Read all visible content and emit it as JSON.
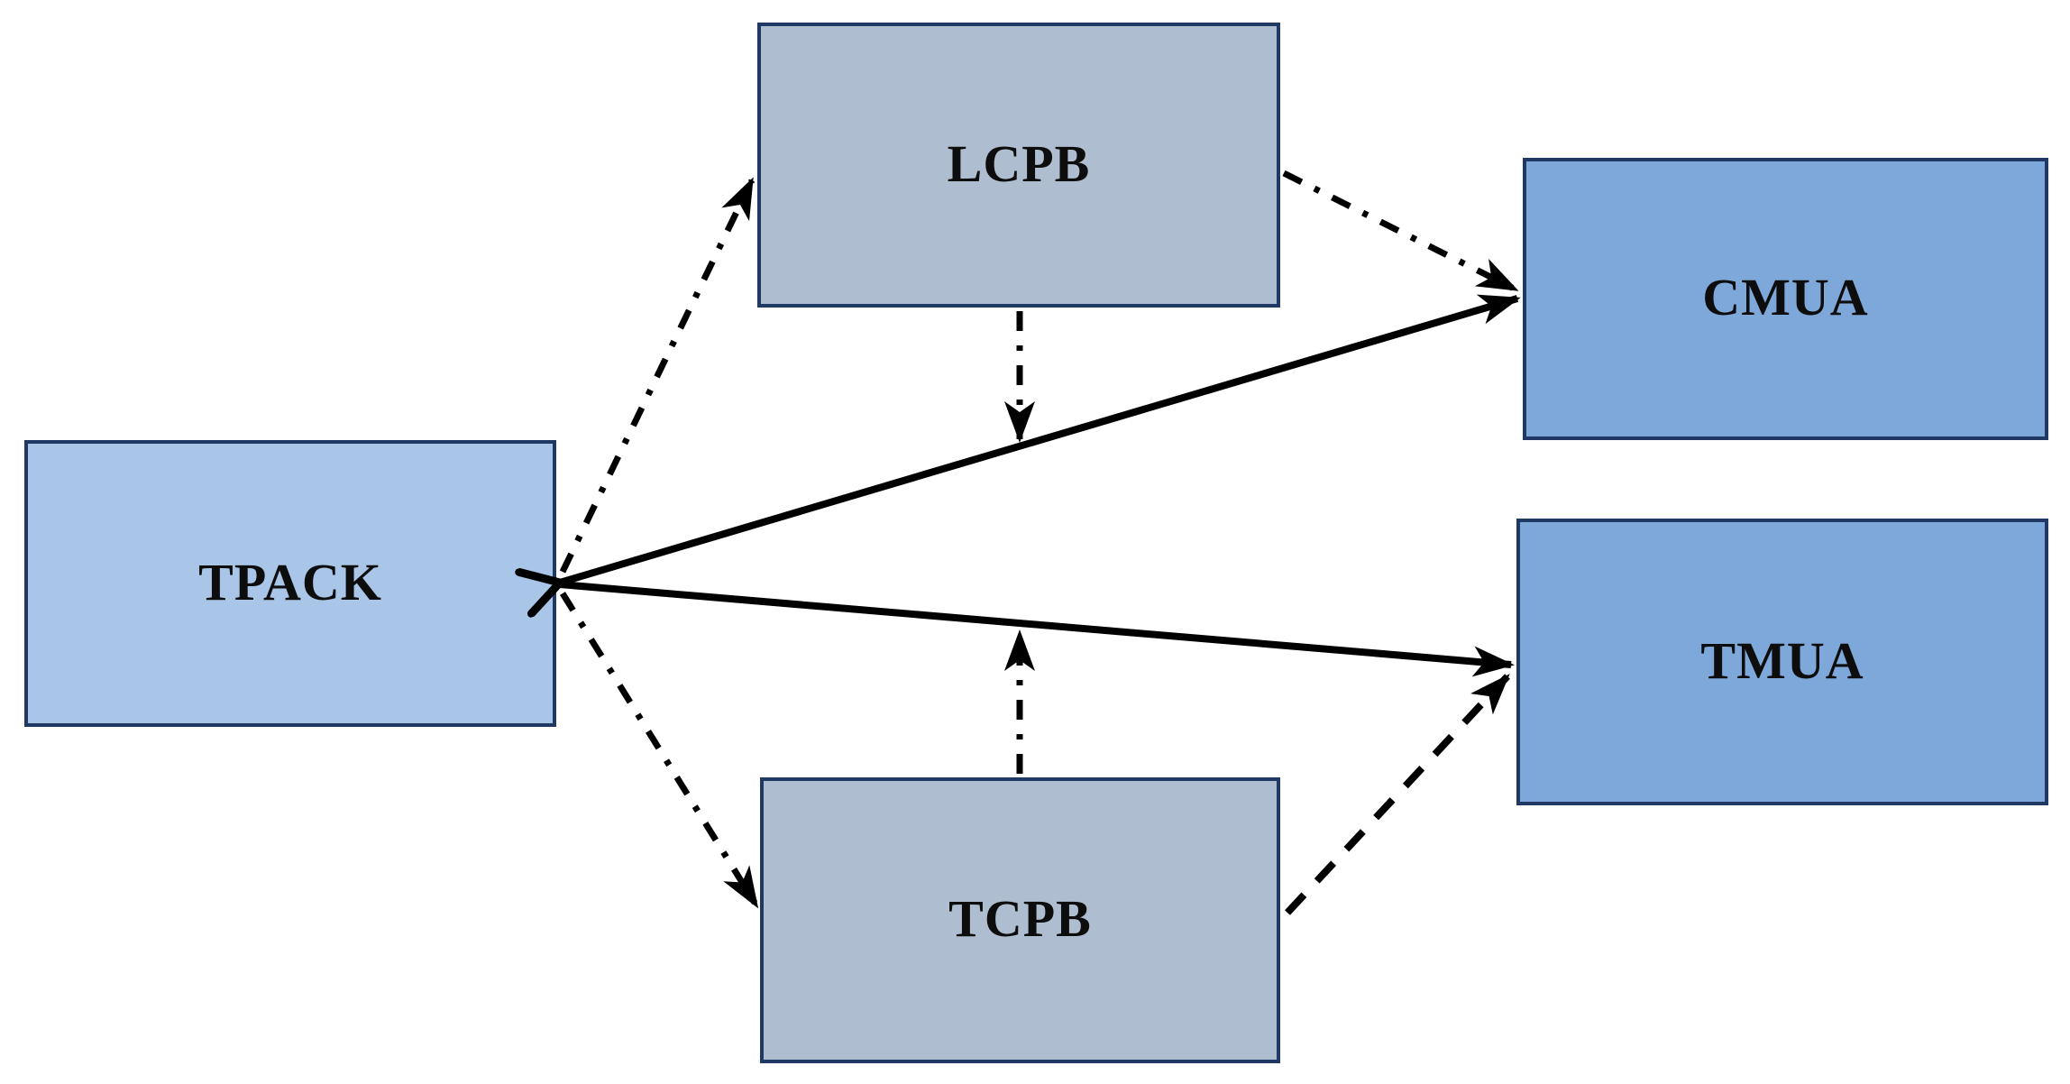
{
  "diagram": {
    "type": "path-model",
    "background": "#ffffff",
    "nodes": [
      {
        "id": "tpack",
        "label": "TPACK",
        "role": "predictor",
        "fill": "#a9c5e8",
        "border": "#1f3864"
      },
      {
        "id": "lcpb",
        "label": "LCPB",
        "role": "moderator",
        "fill": "#aebdd0",
        "border": "#1f3864"
      },
      {
        "id": "tcpb",
        "label": "TCPB",
        "role": "moderator",
        "fill": "#aebdd0",
        "border": "#1f3864"
      },
      {
        "id": "cmua",
        "label": "CMUA",
        "role": "outcome",
        "fill": "#7fa8da",
        "border": "#1f3864"
      },
      {
        "id": "tmua",
        "label": "TMUA",
        "role": "outcome",
        "fill": "#7fa8da",
        "border": "#1f3864"
      }
    ],
    "edges": [
      {
        "from": "TPACK",
        "to": "LCPB",
        "style": "dash-dot",
        "arrowheads": "to"
      },
      {
        "from": "TPACK",
        "to": "TCPB",
        "style": "dash-dot",
        "arrowheads": "to"
      },
      {
        "from": "TPACK",
        "to": "CMUA",
        "style": "solid",
        "arrowheads": "both"
      },
      {
        "from": "TPACK",
        "to": "TMUA",
        "style": "solid",
        "arrowheads": "to"
      },
      {
        "from": "LCPB",
        "to": "CMUA",
        "style": "dash-dot",
        "arrowheads": "to"
      },
      {
        "from": "LCPB",
        "to": "TPACK-CMUA path",
        "style": "dash-dot",
        "arrowheads": "to",
        "role": "moderation"
      },
      {
        "from": "TCPB",
        "to": "TPACK-TMUA path",
        "style": "dash-dot",
        "arrowheads": "to",
        "role": "moderation"
      },
      {
        "from": "TCPB",
        "to": "TMUA",
        "style": "dashed",
        "arrowheads": "to"
      }
    ],
    "line_color": "#000000"
  }
}
